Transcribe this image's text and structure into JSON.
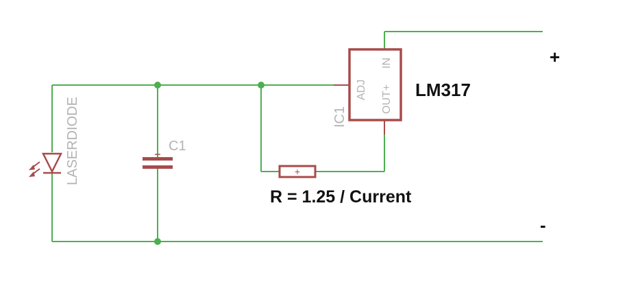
{
  "regulator": {
    "name": "LM317",
    "ref": "IC1",
    "pins": {
      "adj": "ADJ",
      "out": "OUT+",
      "in": "IN"
    }
  },
  "capacitor": {
    "ref": "C1"
  },
  "laser": {
    "name": "LASERDIODE"
  },
  "resistor": {
    "symbol": "+"
  },
  "formula": "R = 1.25 / Current",
  "terminals": {
    "plus": "+",
    "minus": "-"
  },
  "colors": {
    "wire": "#4caf50",
    "component": "#a84b4b",
    "part_label": "#b3b3b3",
    "text": "#111111"
  }
}
